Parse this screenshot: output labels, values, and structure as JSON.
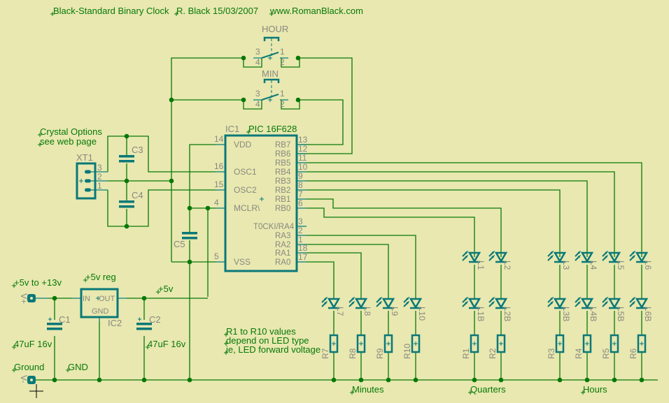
{
  "title_block": {
    "title": "Black-Standard Binary Clock",
    "author_date": "R. Black 15/03/2007",
    "website": "www.RomanBlack.com"
  },
  "colors": {
    "background": "#e8e8b0",
    "wire": "#087808",
    "component": "#0a7878",
    "label": "#888880"
  },
  "switches": [
    {
      "name": "HOUR",
      "pins": [
        "3",
        "4",
        "1",
        "2"
      ]
    },
    {
      "name": "MIN",
      "pins": [
        "3",
        "4",
        "1",
        "2"
      ]
    }
  ],
  "crystal": {
    "ref": "XT1",
    "pins": [
      "3",
      "2",
      "1"
    ],
    "note_line1": "Crystal Options",
    "note_line2": "see web page"
  },
  "capacitors": {
    "c3": "C3",
    "c4": "C4",
    "c5": "C5",
    "c1": "C1",
    "c2": "C2",
    "c1_value": "47uF 16v",
    "c2_value": "47uF 16v"
  },
  "ic1": {
    "ref": "IC1",
    "part": "PIC 16F628",
    "left_pins": [
      {
        "num": "14",
        "name": "VDD"
      },
      {
        "num": "16",
        "name": "OSC1"
      },
      {
        "num": "15",
        "name": "OSC2"
      },
      {
        "num": "4",
        "name": "MCLR\\"
      },
      {
        "num": "5",
        "name": "VSS"
      }
    ],
    "right_pins": [
      {
        "num": "13",
        "name": "RB7"
      },
      {
        "num": "12",
        "name": "RB6"
      },
      {
        "num": "11",
        "name": "RB5"
      },
      {
        "num": "10",
        "name": "RB4"
      },
      {
        "num": "9",
        "name": "RB3"
      },
      {
        "num": "8",
        "name": "RB2"
      },
      {
        "num": "7",
        "name": "RB1"
      },
      {
        "num": "6",
        "name": "RB0"
      },
      {
        "num": "3",
        "name": "T0CKI/RA4"
      },
      {
        "num": "2",
        "name": "RA3"
      },
      {
        "num": "1",
        "name": "RA2"
      },
      {
        "num": "18",
        "name": "RA1"
      },
      {
        "num": "17",
        "name": "RA0"
      }
    ]
  },
  "regulator": {
    "ref": "IC2",
    "label": "+5v reg",
    "pin_in": "IN",
    "pin_out": "OUT",
    "pin_gnd": "GND"
  },
  "power": {
    "input_label": "+5v to +13v",
    "vplus": "V+",
    "vminus": "V-",
    "ground_label": "Ground",
    "gnd_net": "GND",
    "rail_label": "+5v"
  },
  "led_groups": [
    {
      "name": "Minutes",
      "leds": [
        "L7",
        "L8",
        "L9",
        "L10"
      ],
      "resistors": [
        "R7",
        "R8",
        "R9",
        "R10"
      ]
    },
    {
      "name": "Quarters",
      "leds": [
        "L1",
        "L2"
      ],
      "leds_b": [
        "L1B",
        "L2B"
      ],
      "resistors": [
        "R1",
        "R2"
      ]
    },
    {
      "name": "Hours",
      "leds": [
        "L3",
        "L4",
        "L5",
        "L6"
      ],
      "leds_b": [
        "L3B",
        "L4B",
        "L5B",
        "L6B"
      ],
      "resistors": [
        "R3",
        "R4",
        "R5",
        "R6"
      ]
    }
  ],
  "notes": [
    "R1 to R10 values",
    "depend on LED type",
    "ie, LED forward voltage"
  ]
}
